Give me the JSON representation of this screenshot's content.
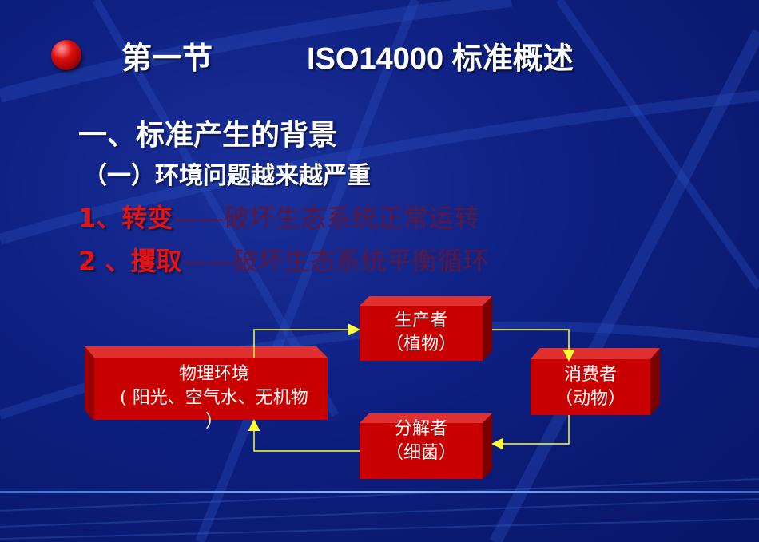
{
  "title": {
    "section": "第一节",
    "topic": "ISO14000 标准概述"
  },
  "heading1": "一、标准产生的背景",
  "heading2": "（一）环境问题越来越严重",
  "points": [
    {
      "num": "1、",
      "term": "转变",
      "dash": "——",
      "desc": "破坏生态系统正常运转"
    },
    {
      "num": "2 、",
      "term": "攫取",
      "dash": "——",
      "desc": "破坏生态系统平衡循环"
    }
  ],
  "diagram": {
    "producer": {
      "line1": "生产者",
      "line2": "（植物）"
    },
    "consumer": {
      "line1": "消费者",
      "line2": "（动物）"
    },
    "decomposer": {
      "line1": "分解者",
      "line2": "（细菌）"
    },
    "environment": {
      "line1": "物理环境",
      "line2": "( 阳光、空气水、无机物",
      "line3": "）"
    }
  },
  "colors": {
    "background": "#0a1a6e",
    "accent_red": "#e21414",
    "box_red": "#c80000",
    "arrow": "#ffff33"
  }
}
